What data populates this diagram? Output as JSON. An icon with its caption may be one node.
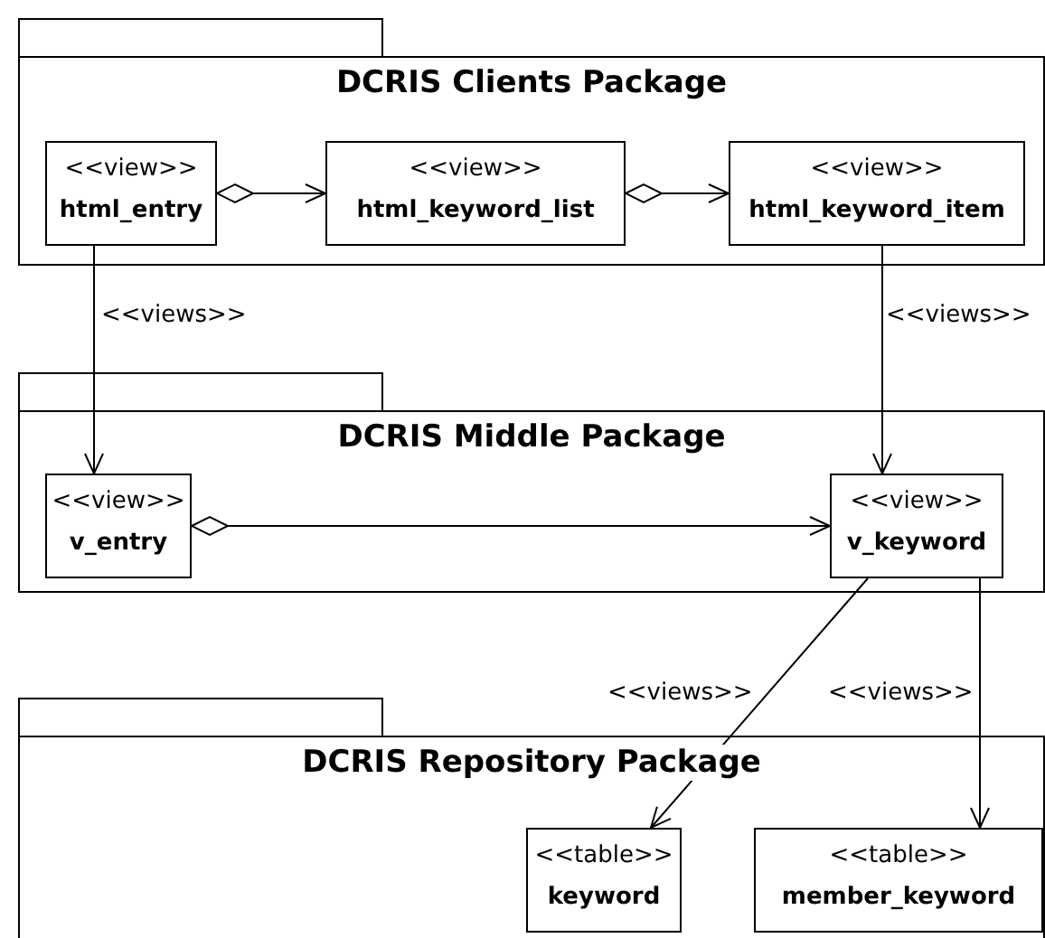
{
  "diagram": {
    "nodes": [
      {
        "text": [
          "DCRIS Clients Package"
        ]
      },
      {
        "text": [
          "<<view>>",
          "html_entry"
        ],
        "in": 0
      },
      {
        "text": [
          "<<view>>",
          "html_keyword_list"
        ],
        "in": 0
      },
      {
        "text": [
          "<<view>>",
          "html_keyword_item"
        ],
        "in": 0
      },
      {
        "text": [
          "DCRIS Middle Package"
        ]
      },
      {
        "text": [
          "<<view>>",
          "v_entry"
        ],
        "in": 4
      },
      {
        "text": [
          "<<view>>",
          "v_keyword"
        ],
        "in": 4
      },
      {
        "text": [
          "DCRIS Repository Package"
        ]
      },
      {
        "text": [
          "<<table>>",
          "keyword"
        ],
        "in": 7
      },
      {
        "text": [
          "<<table>>",
          "member_keyword"
        ],
        "in": 7
      }
    ],
    "edges": [
      {
        "from": 1,
        "to": 2,
        "arrow": "to"
      },
      {
        "from": 2,
        "to": 3,
        "arrow": "to"
      },
      {
        "from": 1,
        "to": 5,
        "arrow": "to",
        "label": "<<views>>"
      },
      {
        "from": 3,
        "to": 6,
        "arrow": "to",
        "label": "<<views>>"
      },
      {
        "from": 5,
        "to": 6,
        "arrow": "to"
      },
      {
        "from": 6,
        "to": 8,
        "arrow": "to",
        "label": "<<views>>"
      },
      {
        "from": 6,
        "to": 9,
        "arrow": "to",
        "label": "<<views>>"
      }
    ]
  }
}
